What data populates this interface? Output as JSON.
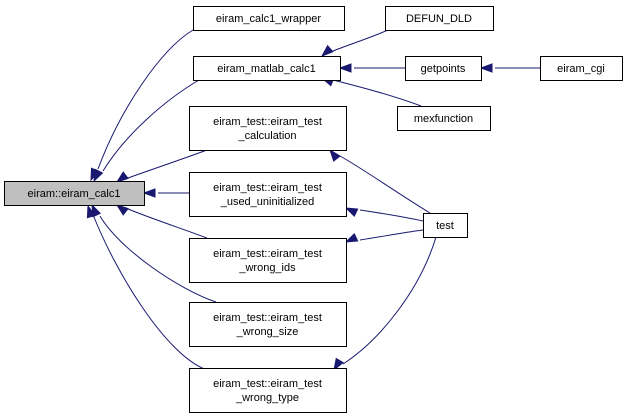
{
  "graph": {
    "edge_color": "#191970",
    "root_fill": "#bfbfbf",
    "nodes": [
      {
        "id": "root",
        "lines": [
          "eiram::eiram_calc1"
        ]
      },
      {
        "id": "wrapper",
        "lines": [
          "eiram_calc1_wrapper"
        ]
      },
      {
        "id": "matlab",
        "lines": [
          "eiram_matlab_calc1"
        ]
      },
      {
        "id": "calculation",
        "lines": [
          "eiram_test::eiram_test",
          "_calculation"
        ]
      },
      {
        "id": "uninit",
        "lines": [
          "eiram_test::eiram_test",
          "_used_uninitialized"
        ]
      },
      {
        "id": "wrong_ids",
        "lines": [
          "eiram_test::eiram_test",
          "_wrong_ids"
        ]
      },
      {
        "id": "wrong_size",
        "lines": [
          "eiram_test::eiram_test",
          "_wrong_size"
        ]
      },
      {
        "id": "wrong_type",
        "lines": [
          "eiram_test::eiram_test",
          "_wrong_type"
        ]
      },
      {
        "id": "defun",
        "lines": [
          "DEFUN_DLD"
        ]
      },
      {
        "id": "getpoints",
        "lines": [
          "getpoints"
        ]
      },
      {
        "id": "mexfunction",
        "lines": [
          "mexfunction"
        ]
      },
      {
        "id": "cgi",
        "lines": [
          "eiram_cgi"
        ]
      },
      {
        "id": "test",
        "lines": [
          "test"
        ]
      }
    ],
    "edges": [
      {
        "from": "wrapper",
        "to": "root"
      },
      {
        "from": "matlab",
        "to": "root"
      },
      {
        "from": "calculation",
        "to": "root"
      },
      {
        "from": "uninit",
        "to": "root"
      },
      {
        "from": "wrong_ids",
        "to": "root"
      },
      {
        "from": "wrong_size",
        "to": "root"
      },
      {
        "from": "wrong_type",
        "to": "root"
      },
      {
        "from": "defun",
        "to": "matlab"
      },
      {
        "from": "getpoints",
        "to": "matlab"
      },
      {
        "from": "mexfunction",
        "to": "matlab"
      },
      {
        "from": "cgi",
        "to": "getpoints"
      },
      {
        "from": "test",
        "to": "calculation"
      },
      {
        "from": "test",
        "to": "uninit"
      },
      {
        "from": "test",
        "to": "wrong_ids"
      },
      {
        "from": "test",
        "to": "wrong_type"
      }
    ]
  }
}
